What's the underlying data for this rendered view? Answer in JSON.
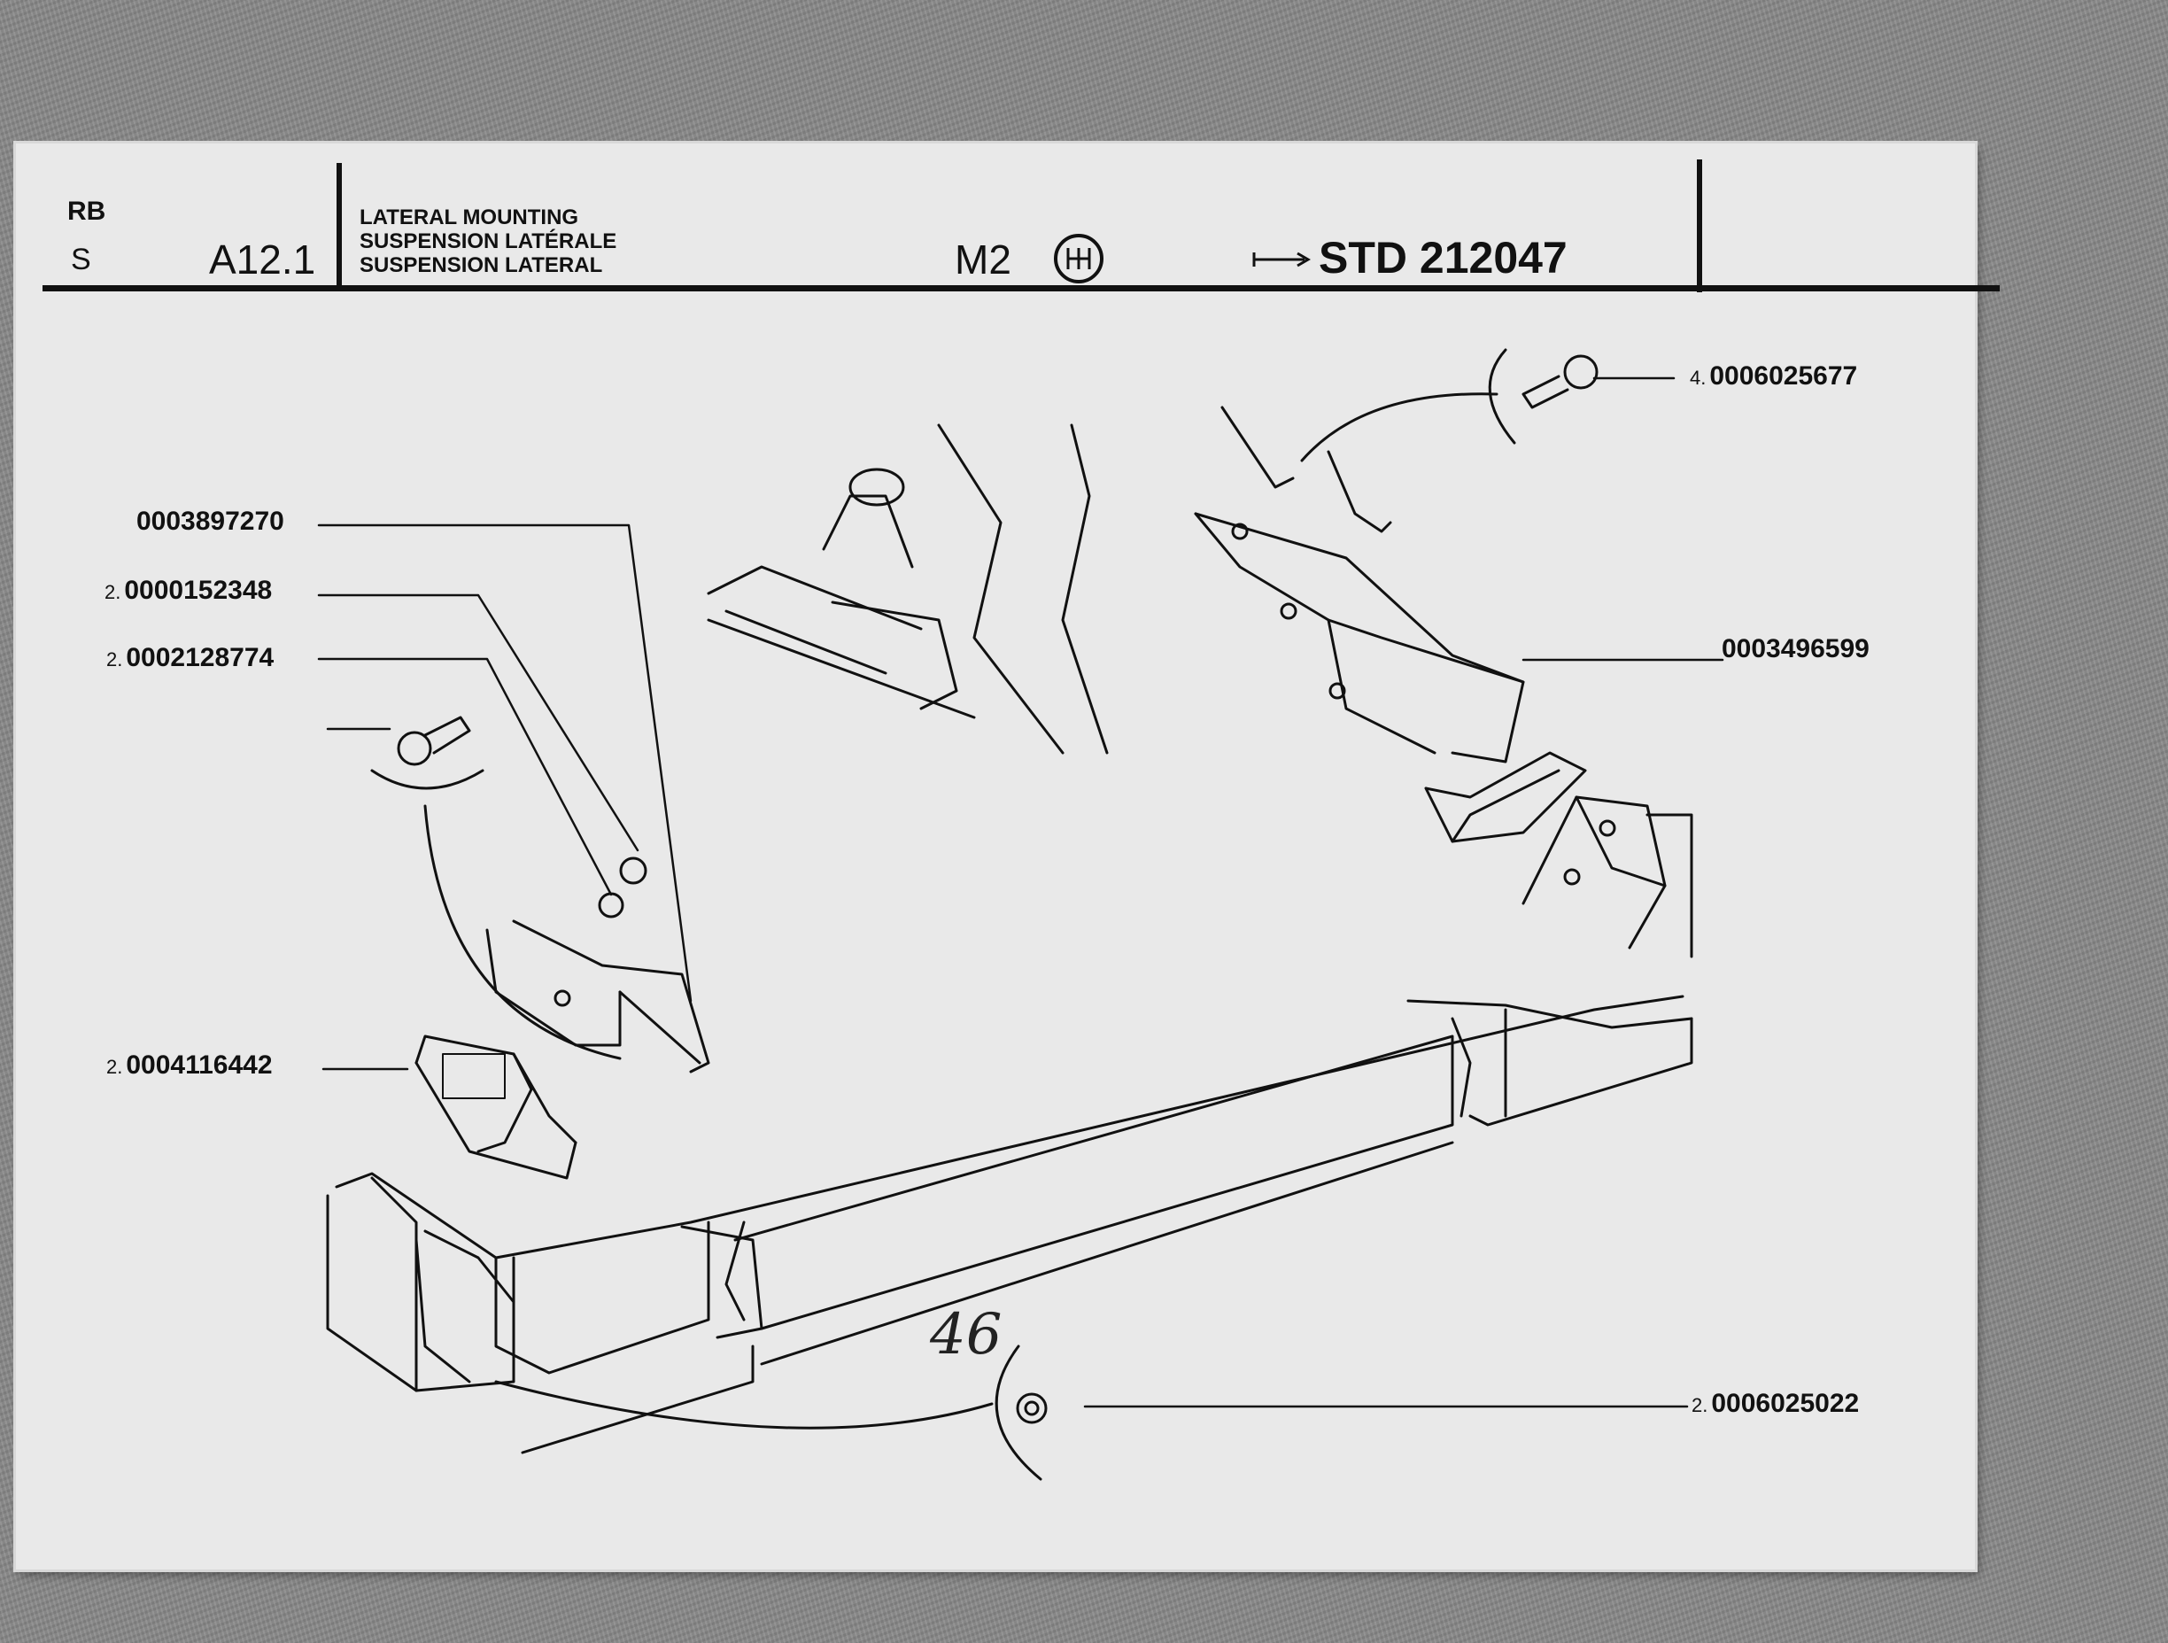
{
  "header": {
    "brand": "RB",
    "section": "S",
    "reference": "A12.1",
    "title_lines": [
      "LATERAL MOUNTING",
      "SUSPENSION LATÉRALE",
      "SUSPENSION LATERAL"
    ],
    "model": "M2",
    "model_icon": "gearbox-shift-pattern-icon",
    "standard": "STD 212047",
    "standard_icon": "arrow-right-from-bar-icon"
  },
  "parts": [
    {
      "id": "p1",
      "qty": "",
      "number": "0003897270"
    },
    {
      "id": "p2",
      "qty": "2.",
      "number": "0000152348"
    },
    {
      "id": "p3",
      "qty": "2.",
      "number": "0002128774"
    },
    {
      "id": "p4",
      "qty": "2.",
      "number": "0004116442"
    },
    {
      "id": "p5",
      "qty": "4.",
      "number": "0006025677"
    },
    {
      "id": "p6",
      "qty": "",
      "number": "0003496599"
    },
    {
      "id": "p7",
      "qty": "2.",
      "number": "0006025022"
    }
  ],
  "page_note": "46",
  "colors": {
    "paper": "#e9e9e9",
    "ink": "#111111",
    "backdrop": "#8a8a8a"
  }
}
